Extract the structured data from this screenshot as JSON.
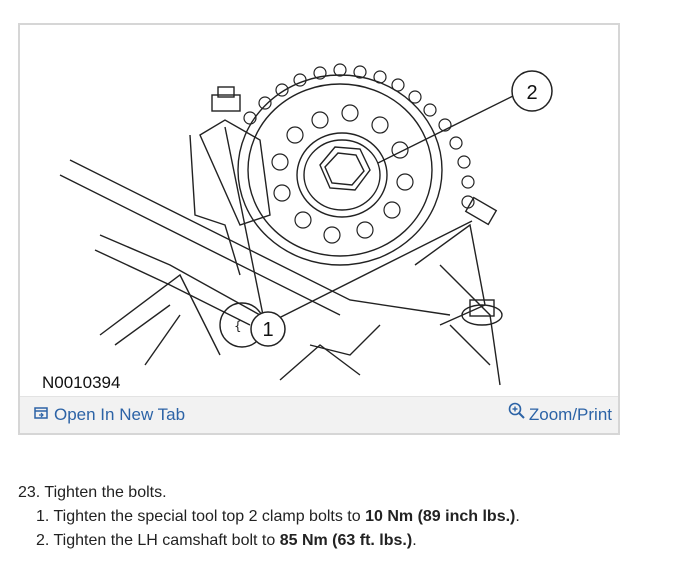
{
  "figure": {
    "callout_1": "1",
    "callout_2": "2",
    "figure_id": "N0010394"
  },
  "toolbar": {
    "open_tab_label": "Open In New Tab",
    "zoom_label": "Zoom/Print"
  },
  "steps": {
    "main": "23. Tighten the bolts.",
    "sub": [
      {
        "num": "1.",
        "text": "Tighten the special tool top 2 clamp bolts to ",
        "bold": "10 Nm (89 inch lbs.)",
        "end": "."
      },
      {
        "num": "2.",
        "text": "Tighten the LH camshaft bolt to ",
        "bold": "85 Nm (63 ft. lbs.)",
        "end": "."
      }
    ]
  }
}
